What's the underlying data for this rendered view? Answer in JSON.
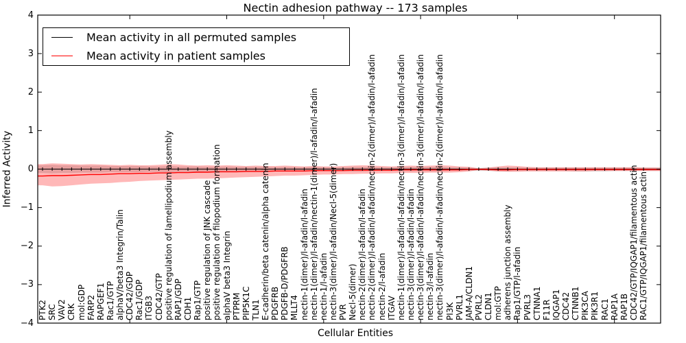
{
  "figure": {
    "title": "Nectin adhesion pathway -- 173 samples",
    "xlabel": "Cellular Entities",
    "ylabel": "Inferred Activity"
  },
  "chart_data": {
    "type": "line",
    "title": "Nectin adhesion pathway -- 173 samples",
    "xlabel": "Cellular Entities",
    "ylabel": "Inferred Activity",
    "ylim": [
      -4,
      4
    ],
    "yticks": [
      "4",
      "3",
      "2",
      "1",
      "0",
      "−1",
      "−2",
      "−3",
      "−4"
    ],
    "ytick_values": [
      4,
      3,
      2,
      1,
      0,
      -1,
      -2,
      -3,
      -4
    ],
    "xtick_index_positions": [
      9,
      19,
      29,
      39,
      49,
      59
    ],
    "grid": false,
    "legend_position": "upper left",
    "categories": [
      "PTK2",
      "SRC",
      "VAV2",
      "CRK",
      "mol:GDP",
      "FARP2",
      "RAPGEF1",
      "Rac1/GTP",
      "alphaV/beta3 Integrin/Talin",
      "CDC42/GDP",
      "Rac1/GDP",
      "ITGB3",
      "CDC42/GTP",
      "positive regulation of lamellipodium assembly",
      "RAP1/GDP",
      "CDH1",
      "Rap1/GTP",
      "positive regulation of JNK cascade",
      "positive regulation of filopodium formation",
      "alphaV beta3 Integrin",
      "PTPRM",
      "PIP5K1C",
      "TLN1",
      "E-cadherin/beta catenin/alpha catenin",
      "PDGFRB",
      "PDGFB-D/PDGFRB",
      "MLLT4",
      "nectin-1(dimer)/l-afadin/l-afadin",
      "nectin-1(dimer)/l-afadin/nectin-1(dimer)/l-afadin/l-afadin",
      "nectin-1/l-afadin",
      "nectin-3(dimer)/l-afadin/Necl-5(dimer)",
      "PVR",
      "Necl-5(dimer)",
      "nectin-2(dimer)/l-afadin/l-afadin",
      "nectin-2(dimer)/l-afadin/l-afadin/nectin-2(dimer)/l-afadin/l-afadin",
      "nectin-2/l-afadin",
      "ITGAV",
      "nectin-1(dimer)/l-afadin/l-afadin/nectin-3(dimer)/l-afadin/l-afadin",
      "nectin-3(dimer)/l-afadin/l-afadin",
      "nectin-3(dimer)/l-afadin/l-afadin/nectin-3(dimer)/l-afadin/l-afadin",
      "nectin-3/l-afadin",
      "nectin-3(dimer)/l-afadin/l-afadin/nectin-2(dimer)/l-afadin/l-afadin",
      "PI3K",
      "PVRL1",
      "JAM-A/CLDN1",
      "PVRL2",
      "CLDN1",
      "mol:GTP",
      "adherens junction assembly",
      "Rap1/GTP/l-afadin",
      "PVRL3",
      "CTNNA1",
      "F11R",
      "IQGAP1",
      "CDC42",
      "CTNNB1",
      "PIK3CA",
      "PIK3R1",
      "RAC1",
      "RAP1A",
      "RAP1B",
      "CDC42/GTP/IQGAP1/filamentous actin",
      "RAC1/GTP/IQGAP1/filamentous actin"
    ],
    "series": [
      {
        "name": "Mean activity in all permuted samples",
        "color": "#000000",
        "values": [
          0,
          0,
          0,
          0,
          0,
          0,
          0,
          0,
          0,
          0,
          0,
          0,
          0,
          0,
          0,
          0,
          0,
          0,
          0,
          0,
          0,
          0,
          0,
          0,
          0,
          0,
          0,
          0,
          0,
          0,
          0,
          0,
          0,
          0,
          0,
          0,
          0,
          0,
          0,
          0,
          0,
          0,
          0,
          0,
          0,
          0,
          0,
          0,
          0,
          0,
          0,
          0,
          0,
          0,
          0,
          0,
          0,
          0,
          0,
          0,
          0,
          0,
          0
        ],
        "band": {
          "fill": "rgba(110,110,110,0.25)",
          "upper": [
            0.1,
            0.11,
            0.1,
            0.1,
            0.09,
            0.09,
            0.09,
            0.08,
            0.08,
            0.08,
            0.08,
            0.07,
            0.07,
            0.08,
            0.07,
            0.07,
            0.07,
            0.06,
            0.06,
            0.07,
            0.06,
            0.06,
            0.06,
            0.06,
            0.05,
            0.06,
            0.05,
            0.05,
            0.06,
            0.05,
            0.05,
            0.05,
            0.06,
            0.06,
            0.05,
            0.05,
            0.05,
            0.05,
            0.06,
            0.05,
            0.06,
            0.06,
            0.05,
            0.05,
            0.04,
            0.03,
            0.04,
            0.05,
            0.05,
            0.05,
            0.04,
            0.04,
            0.04,
            0.04,
            0.04,
            0.04,
            0.04,
            0.04,
            0.04,
            0.04,
            0.04,
            0.04,
            0.04
          ],
          "lower": [
            -0.1,
            -0.11,
            -0.1,
            -0.1,
            -0.09,
            -0.09,
            -0.09,
            -0.08,
            -0.08,
            -0.08,
            -0.08,
            -0.07,
            -0.07,
            -0.08,
            -0.07,
            -0.07,
            -0.07,
            -0.06,
            -0.06,
            -0.07,
            -0.06,
            -0.06,
            -0.06,
            -0.06,
            -0.05,
            -0.06,
            -0.05,
            -0.05,
            -0.06,
            -0.05,
            -0.05,
            -0.05,
            -0.06,
            -0.06,
            -0.05,
            -0.05,
            -0.05,
            -0.05,
            -0.06,
            -0.05,
            -0.06,
            -0.06,
            -0.05,
            -0.05,
            -0.05,
            -0.05,
            -0.05,
            -0.06,
            -0.06,
            -0.05,
            -0.05,
            -0.05,
            -0.05,
            -0.05,
            -0.05,
            -0.06,
            -0.06,
            -0.06,
            -0.06,
            -0.05,
            -0.05,
            -0.05,
            -0.05
          ]
        }
      },
      {
        "name": "Mean activity in patient samples",
        "color": "#ff0000",
        "values": [
          -0.18,
          -0.17,
          -0.17,
          -0.16,
          -0.15,
          -0.14,
          -0.14,
          -0.13,
          -0.12,
          -0.12,
          -0.11,
          -0.11,
          -0.1,
          -0.1,
          -0.09,
          -0.09,
          -0.08,
          -0.08,
          -0.07,
          -0.07,
          -0.07,
          -0.06,
          -0.06,
          -0.06,
          -0.05,
          -0.05,
          -0.05,
          -0.05,
          -0.04,
          -0.04,
          -0.04,
          -0.04,
          -0.03,
          -0.03,
          -0.03,
          -0.03,
          -0.03,
          -0.02,
          -0.02,
          -0.02,
          -0.02,
          -0.02,
          -0.02,
          -0.02,
          -0.01,
          -0.01,
          -0.01,
          -0.02,
          -0.02,
          -0.01,
          -0.01,
          -0.01,
          -0.01,
          -0.01,
          -0.01,
          -0.01,
          -0.01,
          -0.01,
          -0.01,
          -0.01,
          -0.01,
          -0.01,
          -0.01
        ],
        "band": {
          "fill": "rgba(255,0,0,0.28)",
          "upper": [
            0.13,
            0.15,
            0.14,
            0.13,
            0.12,
            0.13,
            0.12,
            0.11,
            0.1,
            0.11,
            0.1,
            0.1,
            0.11,
            0.13,
            0.12,
            0.1,
            0.09,
            0.1,
            0.09,
            0.1,
            0.09,
            0.08,
            0.09,
            0.08,
            0.08,
            0.09,
            0.08,
            0.07,
            0.08,
            0.07,
            0.07,
            0.08,
            0.09,
            0.1,
            0.09,
            0.08,
            0.07,
            0.08,
            0.09,
            0.08,
            0.09,
            0.1,
            0.09,
            0.07,
            0.06,
            0.02,
            0.04,
            0.07,
            0.09,
            0.08,
            0.06,
            0.05,
            0.05,
            0.05,
            0.05,
            0.05,
            0.05,
            0.05,
            0.05,
            0.05,
            0.05,
            0.05,
            0.04
          ],
          "lower": [
            -0.42,
            -0.45,
            -0.44,
            -0.42,
            -0.4,
            -0.38,
            -0.37,
            -0.36,
            -0.34,
            -0.33,
            -0.31,
            -0.3,
            -0.29,
            -0.28,
            -0.27,
            -0.26,
            -0.25,
            -0.25,
            -0.24,
            -0.23,
            -0.22,
            -0.21,
            -0.2,
            -0.19,
            -0.18,
            -0.17,
            -0.17,
            -0.16,
            -0.15,
            -0.14,
            -0.14,
            -0.13,
            -0.13,
            -0.12,
            -0.12,
            -0.11,
            -0.11,
            -0.1,
            -0.1,
            -0.1,
            -0.09,
            -0.09,
            -0.09,
            -0.08,
            -0.06,
            -0.02,
            -0.04,
            -0.06,
            -0.07,
            -0.07,
            -0.06,
            -0.06,
            -0.06,
            -0.06,
            -0.06,
            -0.06,
            -0.06,
            -0.05,
            -0.05,
            -0.05,
            -0.05,
            -0.05,
            -0.05
          ]
        }
      }
    ]
  }
}
